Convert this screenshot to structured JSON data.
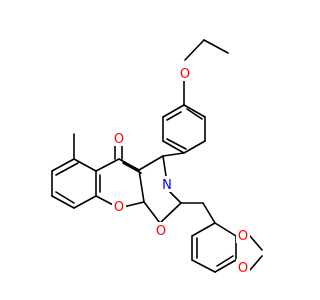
{
  "molecule": {
    "colors": {
      "bond": "#000000",
      "oxygen": "#ff0000",
      "nitrogen": "#0000ff",
      "background": "#ffffff"
    },
    "atom_labels": [
      {
        "id": "O_ether",
        "text": "O",
        "element": "O"
      },
      {
        "id": "O_ketone",
        "text": "O",
        "element": "O"
      },
      {
        "id": "N_ring",
        "text": "N",
        "element": "N"
      },
      {
        "id": "O_chromene",
        "text": "O",
        "element": "O"
      },
      {
        "id": "O_lactam",
        "text": "O",
        "element": "O"
      },
      {
        "id": "O_dioxole_1",
        "text": "O",
        "element": "O"
      },
      {
        "id": "O_dioxole_2",
        "text": "O",
        "element": "O"
      }
    ]
  }
}
